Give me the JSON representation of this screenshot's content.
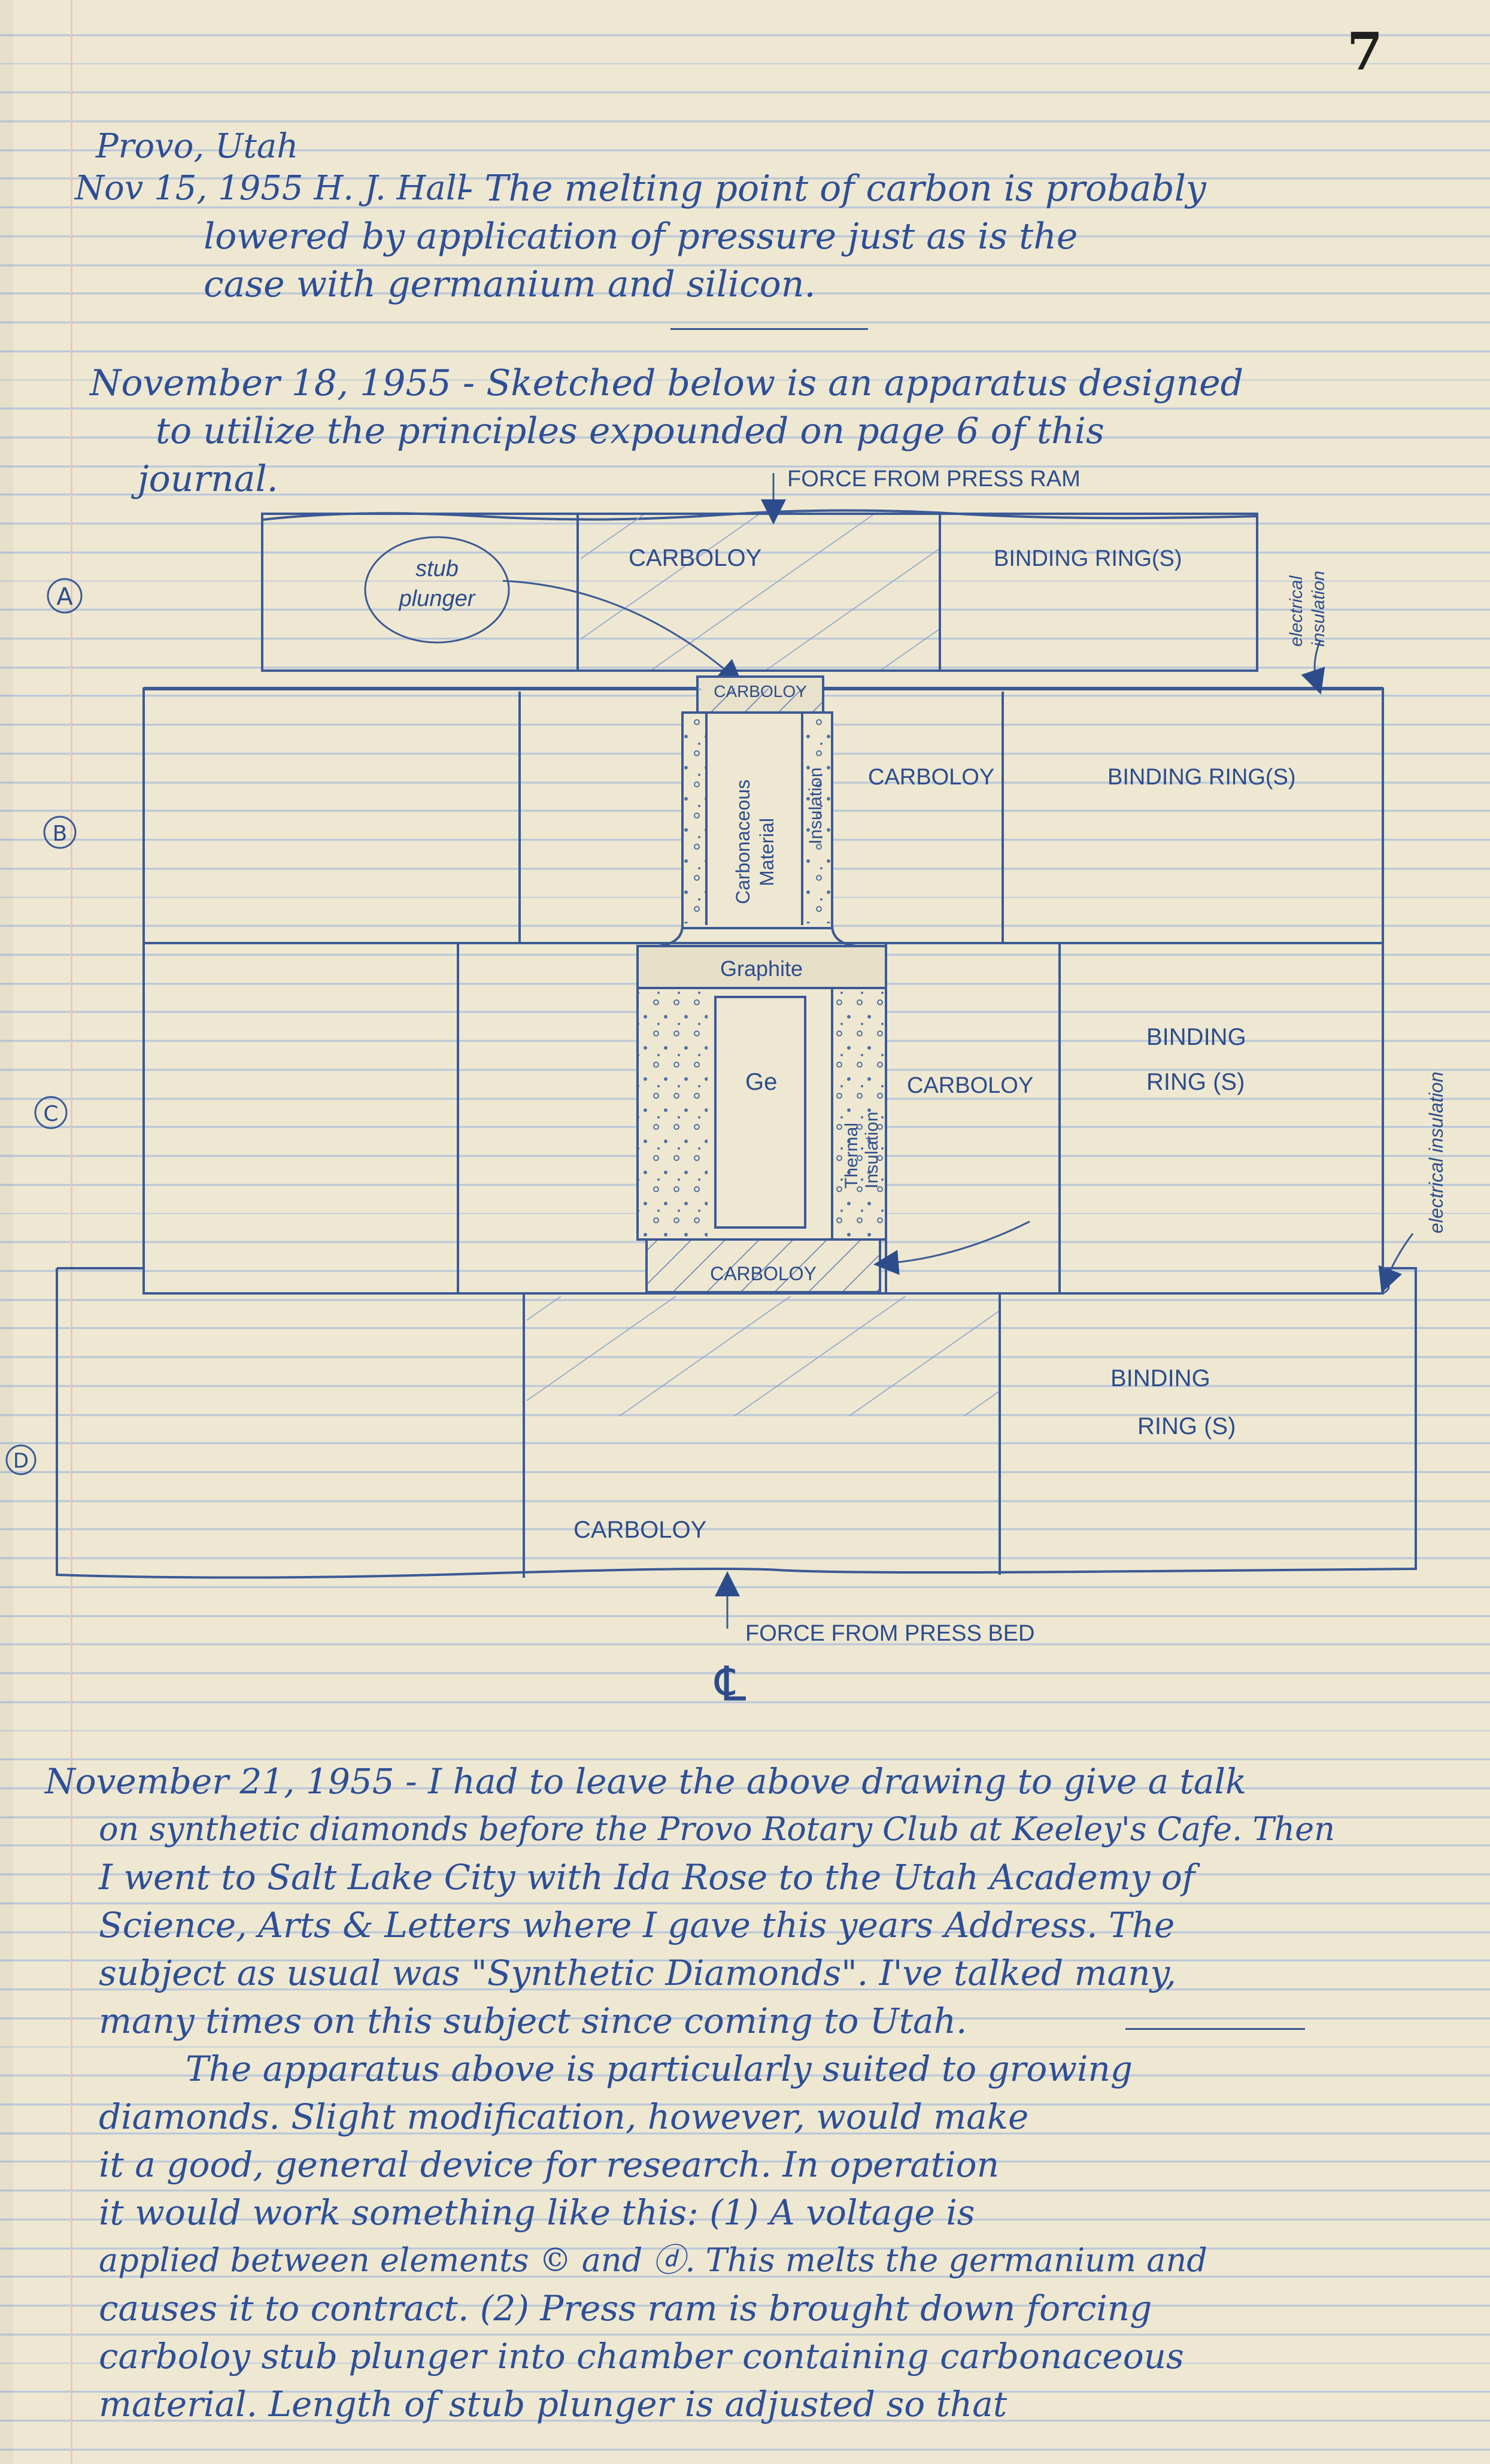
{
  "page_number": "7",
  "entry1": {
    "header": "Provo, Utah",
    "date_author": "Nov 15, 1955 H. J. Hall",
    "lines": [
      "- The melting point of carbon is probably",
      "lowered by application of pressure just as is the",
      "case with germanium and silicon."
    ]
  },
  "entry2": {
    "lines": [
      "November 18, 1955 - Sketched below is an apparatus designed",
      "to utilize the principles expounded on page 6 of this",
      "journal."
    ]
  },
  "diagram": {
    "force_top": "FORCE FROM PRESS RAM",
    "force_bottom": "FORCE FROM PRESS BED",
    "centerline": "℄",
    "section_labels": [
      "A",
      "B",
      "C",
      "D"
    ],
    "stub_plunger": [
      "stub",
      "plunger"
    ],
    "a_carboloy": "CARBOLOY",
    "a_binding": "BINDING RING(S)",
    "a_elec_insulation": [
      "electrical",
      "insulation"
    ],
    "b_carboloy_cap": "CARBOLOY",
    "b_carbonaceous": [
      "Carbonaceous",
      "Material"
    ],
    "b_insulation": "Insulation",
    "b_carboloy": "CARBOLOY",
    "b_binding": "BINDING RING(S)",
    "c_graphite": "Graphite",
    "c_ge": "Ge",
    "c_thermal": [
      "Thermal",
      "Insulation"
    ],
    "c_carboloy": "CARBOLOY",
    "c_binding": [
      "BINDING",
      "RING (S)"
    ],
    "c_carboloy_bottom": "CARBOLOY",
    "c_elec_insulation": "electrical insulation",
    "d_binding": [
      "BINDING",
      "RING (S)"
    ],
    "d_carboloy": "CARBOLOY"
  },
  "entry3": {
    "lines": [
      "November 21, 1955 - I had to leave the above drawing to give a talk",
      "on synthetic diamonds before the Provo Rotary Club at Keeley's Cafe. Then",
      "I went to Salt Lake City with Ida Rose to the Utah Academy of",
      "Science, Arts & Letters where I gave this years Address. The",
      "subject as usual was \"Synthetic Diamonds\". I've talked many,",
      "many times on this subject since coming to Utah.",
      "The apparatus above is particularly suited to growing",
      "diamonds. Slight modification, however, would make",
      "it a good, general device for research. In operation",
      "it would work something like this: (1) A voltage is",
      "applied between elements © and ⓓ. This melts the germanium and",
      "causes it to contract. (2) Press ram is brought down forcing",
      "carboloy stub plunger into chamber containing carbonaceous",
      "material. Length of stub plunger is adjusted so that"
    ]
  }
}
